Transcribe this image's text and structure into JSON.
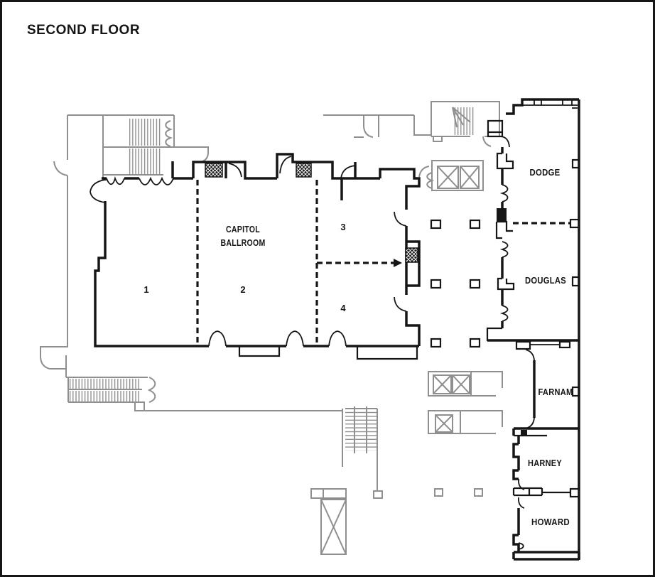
{
  "title": "SECOND FLOOR",
  "ballroom": {
    "name_line1": "CAPITOL",
    "name_line2": "BALLROOM",
    "section_1": "1",
    "section_2": "2",
    "section_3": "3",
    "section_4": "4"
  },
  "rooms": {
    "dodge": "DODGE",
    "douglas": "DOUGLAS",
    "farnam": "FARNAM",
    "harney": "HARNEY",
    "howard": "HOWARD"
  },
  "colors": {
    "wall": "#161616",
    "structure_gray": "#8f8f8f",
    "background": "#ffffff"
  }
}
